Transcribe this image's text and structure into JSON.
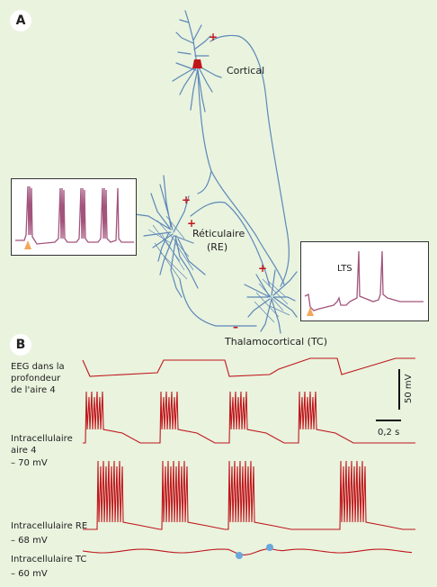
{
  "panel_a": {
    "badge": "A",
    "labels": {
      "cortical": "Cortical",
      "reticulaire_line1": "Réticulaire",
      "reticulaire_line2": "(RE)",
      "thalamocortical": "Thalamocortical (TC)",
      "lts": "LTS"
    },
    "signs": {
      "plus": "+",
      "minus": "–"
    }
  },
  "panel_b": {
    "badge": "B",
    "traces": [
      {
        "label": "EEG dans la\nprofondeur\nde l'aire 4",
        "potential": ""
      },
      {
        "label": "Intracellulaire\naire 4",
        "potential": "– 70 mV"
      },
      {
        "label": "Intracellulaire RE",
        "potential": "– 68 mV"
      },
      {
        "label": "Intracellulaire TC",
        "potential": "– 60 mV"
      }
    ],
    "scale": {
      "voltage": "50 mV",
      "time": "0,2 s"
    }
  },
  "colors": {
    "background": "#e9f3de",
    "neuron": "#5d88b8",
    "trace": "#c0151b",
    "inset_trace": "#a2547c",
    "marker_orange": "#f2a75a",
    "marker_blue": "#6aa7dd"
  }
}
